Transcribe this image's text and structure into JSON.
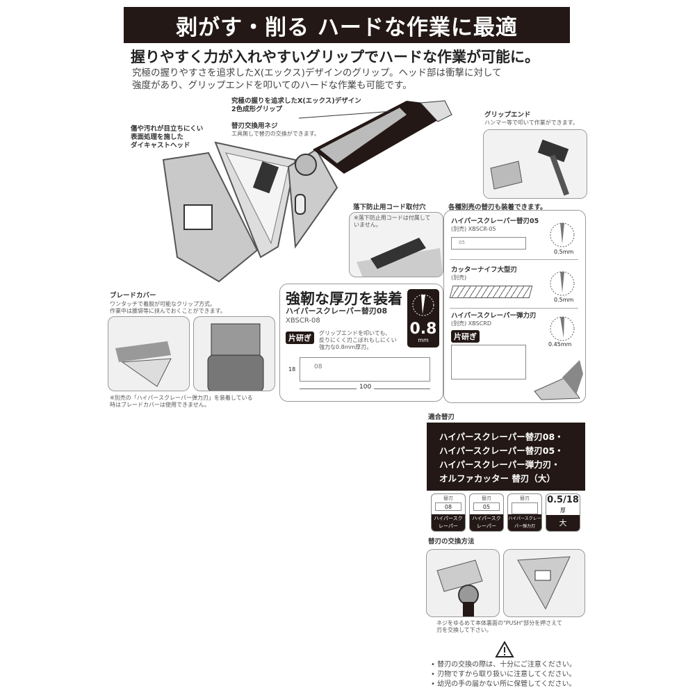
{
  "header": {
    "title": "剥がす・削る ハードな作業に最適"
  },
  "subtitle": "握りやすく力が入れやすいグリップでハードな作業が可能に。",
  "body": [
    "究極の握りやすさを追求したX(エックス)デザインのグリップ。ヘッド部は衝撃に対して",
    "強度があり、グリップエンドを叩いてのハードな作業も可能です。"
  ],
  "callouts": {
    "grip": [
      "究極の握りを追求したX(エックス)デザイン",
      "2色成形グリップ"
    ],
    "screw": {
      "title": "替刃交換用ネジ",
      "desc": "工具無しで替刃の交換ができます。"
    },
    "head": [
      "傷や汚れが目立ちにくい",
      "表面処理を施した",
      "ダイキャストヘッド"
    ],
    "grip_end": {
      "title": "グリップエンド",
      "desc": "ハンマー等で叩いて作業ができます。"
    },
    "cord": {
      "title": "落下防止用コード取付穴",
      "note": [
        "※落下防止用コードは付属して",
        "いません。"
      ]
    },
    "blade_cover": {
      "title": "ブレードカバー",
      "desc": [
        "ワンタッチで着脱が可能なクリップ方式。",
        "作業中は腰袋等に挟んでおくことができます。"
      ],
      "note": [
        "※別売の「ハイパースクレーパー弾力刃」を装着している",
        "時はブレードカバーは使用できません。"
      ]
    }
  },
  "thick_blade": {
    "headline": "強靭な厚刃を装着",
    "name": "ハイパースクレーパー替刃08",
    "code": "XBSCR-08",
    "tag": "片研ぎ",
    "desc": [
      "グリップエンドを叩いても、",
      "反りにくく刃こぼれもしにくい",
      "強力な0.8mm厚刃。"
    ],
    "thickness": "0.8",
    "unit": "mm",
    "blade_mark": "08",
    "dim_h": "18",
    "dim_w": "100"
  },
  "optional_blades": {
    "title": "各種別売の替刃も装着できます。",
    "items": [
      {
        "name": "ハイパースクレーパー替刃05",
        "sub": "(別売) XBSCR-05",
        "thickness": "0.5mm",
        "mark": "05"
      },
      {
        "name": "カッターナイフ大型刃",
        "sub": "(別売)",
        "thickness": "0.5mm"
      },
      {
        "name": "ハイパースクレーパー弾力刃",
        "sub": "(別売) XBSCRD",
        "thickness": "0.45mm",
        "tag": "片研ぎ"
      }
    ]
  },
  "compatible": {
    "label": "適合替刃",
    "lines": [
      "ハイパースクレーパー替刃08・",
      "ハイパースクレーパー替刃05・",
      "ハイパースクレーパー弾力刃・",
      "オルファカッター 替刃（大）"
    ],
    "icons": [
      {
        "top": "替刃",
        "mid": "08",
        "bottom": "ハイパースクレーパー"
      },
      {
        "top": "替刃",
        "mid": "05",
        "bottom": "ハイパースクレーパー"
      },
      {
        "top": "替刃",
        "mid": "",
        "bottom": "ハイパースクレーパー弾力刃"
      },
      {
        "top": "0.5/18",
        "mid": "厚",
        "bottom": "大"
      }
    ]
  },
  "exchange": {
    "label": "替刃の交換方法",
    "desc": [
      "ネジをゆるめて本体裏面の\"PUSH\"部分を押さえて",
      "刃を交換して下さい。"
    ]
  },
  "warnings": [
    "替刃の交換の際は、十分にご注意ください。",
    "刃物ですから取り扱いに注意してください。",
    "幼児の手の届かない所に保管してください。"
  ]
}
